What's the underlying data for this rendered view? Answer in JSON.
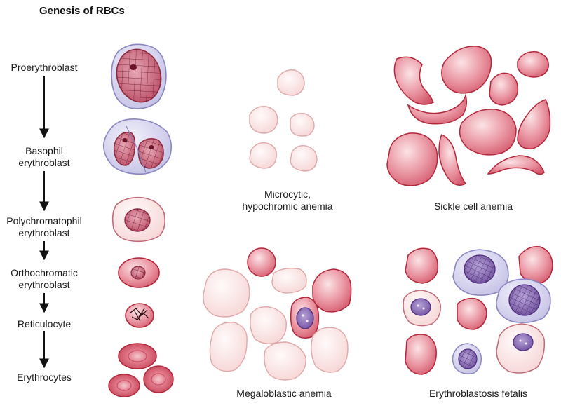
{
  "title": "Genesis of RBCs",
  "stages": [
    {
      "lines": [
        "Proerythroblast"
      ]
    },
    {
      "lines": [
        "Basophil",
        "erythroblast"
      ]
    },
    {
      "lines": [
        "Polychromatophil",
        "erythroblast"
      ]
    },
    {
      "lines": [
        "Orthochromatic",
        "erythroblast"
      ]
    },
    {
      "lines": [
        "Reticulocyte"
      ]
    },
    {
      "lines": [
        "Erythrocytes"
      ]
    }
  ],
  "panels": {
    "microcytic": {
      "lines": [
        "Microcytic,",
        "hypochromic anemia"
      ]
    },
    "sickle": {
      "lines": [
        "Sickle cell anemia"
      ]
    },
    "megaloblastic": {
      "lines": [
        "Megaloblastic anemia"
      ]
    },
    "fetalis": {
      "lines": [
        "Erythroblastosis fetalis"
      ]
    }
  },
  "colors": {
    "cell_fill": "#e07a88",
    "cell_outline": "#b2273a",
    "pale_fill": "#f9dcdc",
    "pale_outline": "#e0a8a8",
    "blast_fill": "#cfcdea",
    "blast_outline": "#8a86c2",
    "nucleus_fill": "#b24a66",
    "purple_nucleus": "#7a5aa8"
  }
}
